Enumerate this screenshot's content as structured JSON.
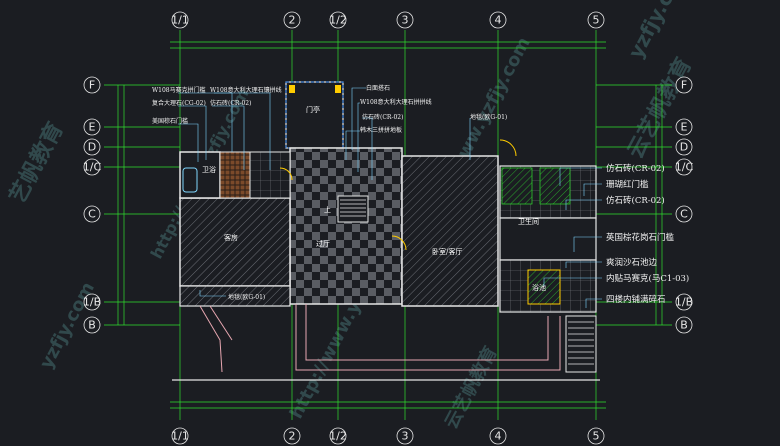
{
  "axes": {
    "top": [
      "1/1",
      "2",
      "1/2",
      "3",
      "4",
      "5"
    ],
    "bottom": [
      "1/1",
      "2",
      "1/2",
      "3",
      "4",
      "5"
    ],
    "left": [
      "F",
      "E",
      "D",
      "1/C",
      "C",
      "1/B",
      "B"
    ],
    "right": [
      "F",
      "E",
      "D",
      "1/C",
      "C",
      "1/B",
      "B"
    ]
  },
  "annotations_left": [
    "W108马赛克拼门槛",
    "W108意大利大理石镶拼线",
    "复合大理石(CG-02)",
    "仿石砖(CR-02)",
    "美国棕石门槛"
  ],
  "annotations_center": [
    "白面搭石",
    "W108意大利大理石拼拼线",
    "仿石砖(CR-02)",
    "韩木三拼拼地板",
    "地毯(欧G-01)"
  ],
  "annotations_right": [
    "仿石砖(CR-02)",
    "珊瑚红门槛",
    "仿石砖(CR-02)",
    "英国棕花岗石门槛",
    "爽润沙石池边",
    "内贴马赛克(马C1-03)",
    "四楼内铺满碎石"
  ],
  "annotation_bottom": "地毯(欧G-01)",
  "rooms": {
    "porch": "门亭",
    "wc": "卫浴",
    "guest": "客房",
    "stair": "上",
    "living": "过厅",
    "bedroom": "卧室/客厅",
    "bath": "卫生间",
    "pool": "浴池"
  },
  "watermarks": [
    "艺帆教育",
    "http://www.yzfjy.com",
    "yzfjy.com",
    "云艺帆教育"
  ],
  "colors": {
    "background": "#1b1d22",
    "axis": "#2ee02e",
    "wall": "#e6e6e6",
    "leader": "#7fd6ff",
    "stair": "#e7a7b1",
    "door": "#ffcc00",
    "watermark": "#4d7f7f"
  }
}
